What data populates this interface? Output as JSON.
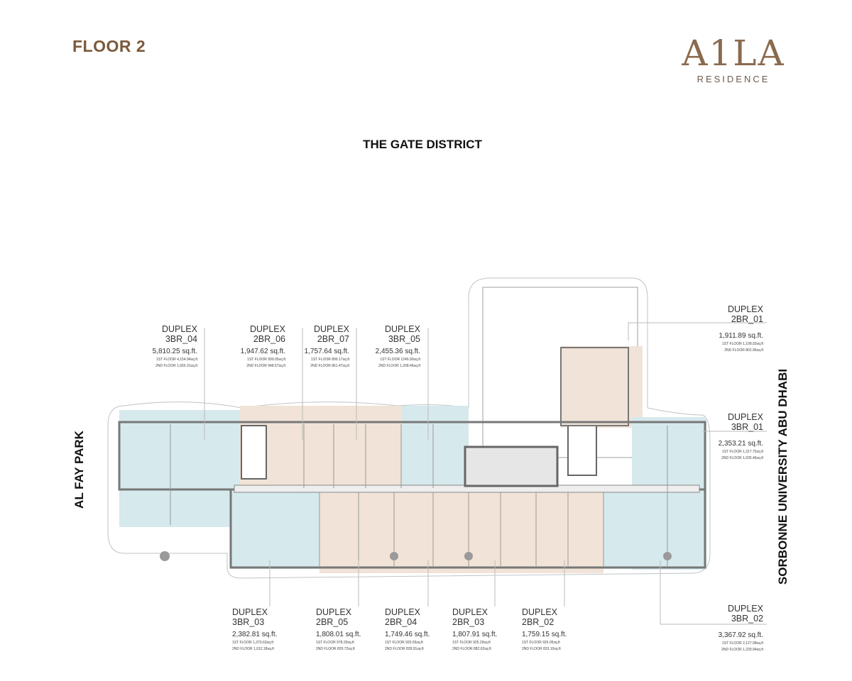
{
  "header": {
    "title": "FLOOR 2",
    "logo_mark": "A1LA",
    "logo_sub": "RESIDENCE"
  },
  "surroundings": {
    "top": "THE GATE DISTRICT",
    "left": "AL FAY PARK",
    "right": "SORBONNE UNIVERSITY ABU DHABI"
  },
  "colors": {
    "brand": "#7a5a3c",
    "blue_zone": "#d6e9ec",
    "beige_zone": "#f1e3d7"
  },
  "units": [
    {
      "type": "DUPLEX",
      "id": "3BR_04",
      "area": "5,810.25 sq.ft.",
      "first": "1ST FLOOR 4,154.94sq.ft",
      "second": "2ND FLOOR 1,655.31sq.ft"
    },
    {
      "type": "DUPLEX",
      "id": "2BR_06",
      "area": "1,947.62 sq.ft.",
      "first": "1ST FLOOR 999.05sq.ft",
      "second": "2ND FLOOR 948.57sq.ft"
    },
    {
      "type": "DUPLEX",
      "id": "2BR_07",
      "area": "1,757.64 sq.ft.",
      "first": "1ST FLOOR 896.17sq.ft",
      "second": "2ND FLOOR 861.47sq.ft"
    },
    {
      "type": "DUPLEX",
      "id": "3BR_05",
      "area": "2,455.36 sq.ft.",
      "first": "1ST FLOOR 1246.90sq.ft",
      "second": "2ND FLOOR 1,208.46sq.ft"
    },
    {
      "type": "DUPLEX",
      "id": "2BR_01",
      "area": "1,911.89 sq.ft.",
      "first": "1ST FLOOR 1,108.93sq.ft",
      "second": "2ND FLOOR 802.96sq.ft"
    },
    {
      "type": "DUPLEX",
      "id": "3BR_01",
      "area": "2,353.21 sq.ft.",
      "first": "1ST FLOOR 1,317.75sq.ft",
      "second": "2ND FLOOR 1,035.46sq.ft"
    },
    {
      "type": "DUPLEX",
      "id": "3BR_03",
      "area": "2,382.81 sq.ft.",
      "first": "1ST FLOOR 1,370.63sq.ft",
      "second": "2ND FLOOR 1,012.18sq.ft"
    },
    {
      "type": "DUPLEX",
      "id": "2BR_05",
      "area": "1,808.01 sq.ft.",
      "first": "1ST FLOOR 978.29sq.ft",
      "second": "2ND FLOOR 829.72sq.ft"
    },
    {
      "type": "DUPLEX",
      "id": "2BR_04",
      "area": "1,749.46 sq.ft.",
      "first": "1ST FLOOR 920.55sq.ft",
      "second": "2ND FLOOR 828.91sq.ft"
    },
    {
      "type": "DUPLEX",
      "id": "2BR_03",
      "area": "1,807.91 sq.ft.",
      "first": "1ST FLOOR 925.29sq.ft",
      "second": "2ND FLOOR 882.62sq.ft"
    },
    {
      "type": "DUPLEX",
      "id": "2BR_02",
      "area": "1,759.15 sq.ft.",
      "first": "1ST FLOOR 926.05sq.ft",
      "second": "2ND FLOOR 833.10sq.ft"
    },
    {
      "type": "DUPLEX",
      "id": "3BR_02",
      "area": "3,367.92 sq.ft.",
      "first": "1ST FLOOR 2,127.98sq.ft",
      "second": "2ND FLOOR 1,239.94sq.ft"
    }
  ]
}
